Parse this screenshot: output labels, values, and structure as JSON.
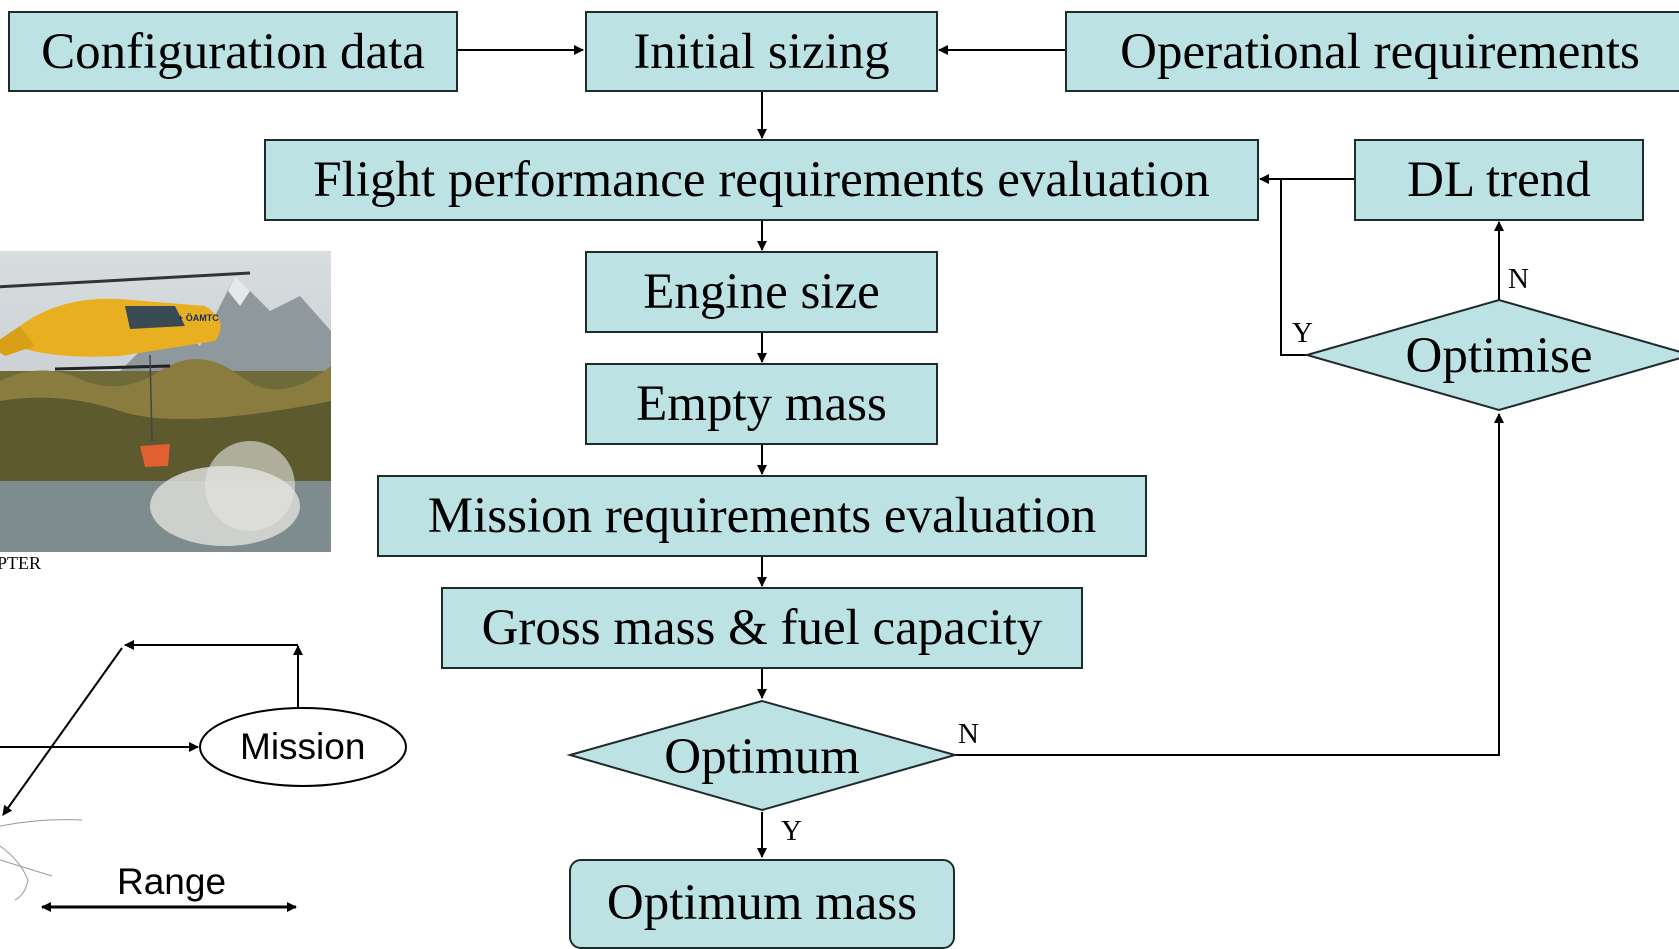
{
  "boxes": {
    "config": "Configuration data",
    "initial": "Initial sizing",
    "operational": "Operational requirements",
    "flight": "Flight performance requirements evaluation",
    "dl": "DL trend",
    "engine": "Engine size",
    "empty": "Empty mass",
    "mission_req": "Mission requirements evaluation",
    "gross": "Gross mass & fuel capacity",
    "optimum_mass": "Optimum mass"
  },
  "diamonds": {
    "optimum": "Optimum",
    "optimise": "Optimise"
  },
  "branches": {
    "optimum_no": "N",
    "optimum_yes": "Y",
    "optimise_no": "N",
    "optimise_yes": "Y"
  },
  "left_panel": {
    "photo_caption": "OPTER",
    "mission": "Mission",
    "range": "Range"
  },
  "colors": {
    "box_fill": "#bde2e4",
    "stroke": "#1e2a2e",
    "helicopter": "#e8b020"
  }
}
